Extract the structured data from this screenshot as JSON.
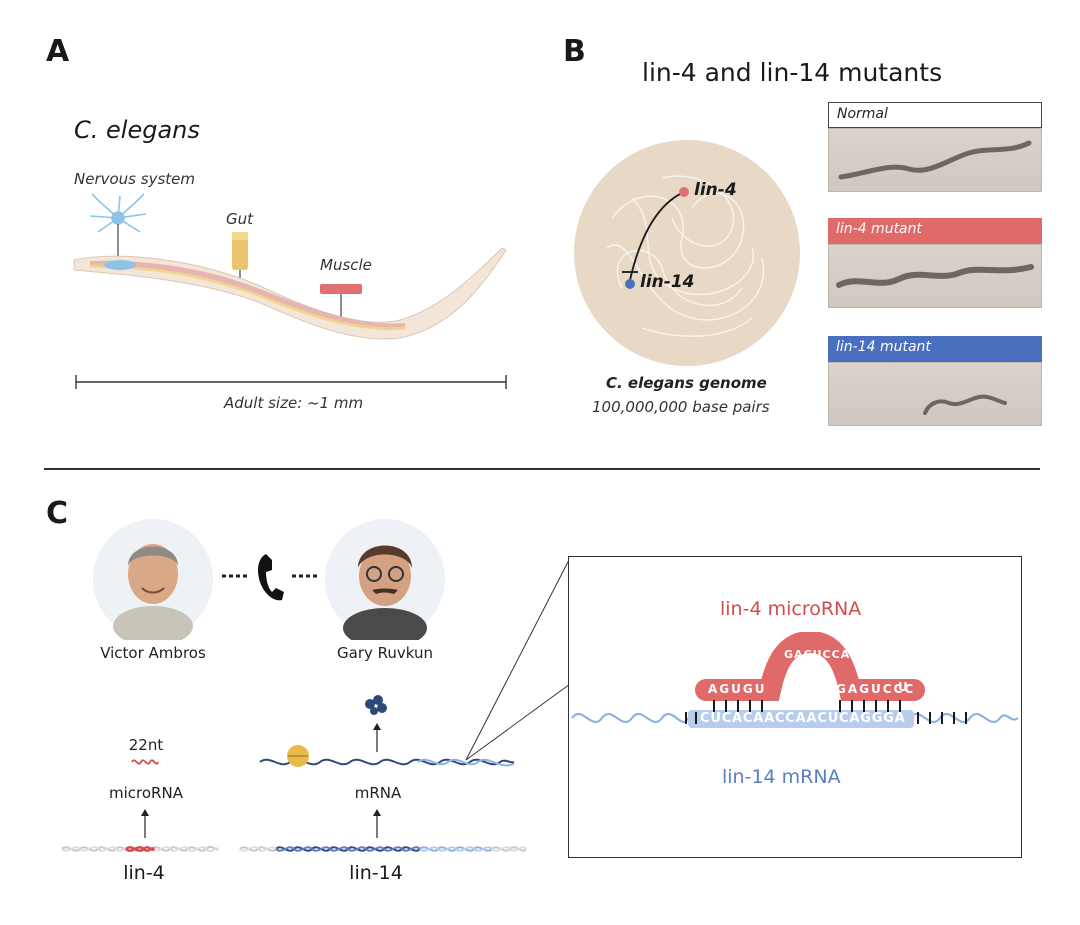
{
  "panels": {
    "a": "A",
    "b": "B",
    "c": "C"
  },
  "panel_a": {
    "title": "C. elegans",
    "nervous_label": "Nervous system",
    "gut_label": "Gut",
    "muscle_label": "Muscle",
    "size_label": "Adult size: ~1 mm"
  },
  "panel_b": {
    "title": "lin-4 and lin-14 mutants",
    "lin4_gene": "lin-4",
    "lin14_gene": "lin-14",
    "genome_label": "C. elegans genome",
    "bp_label": "100,000,000 base pairs",
    "mutants": [
      {
        "label": "Normal",
        "color": "#ffffff"
      },
      {
        "label": "lin-4 mutant",
        "color": "#e06a6a"
      },
      {
        "label": "lin-14 mutant",
        "color": "#4b6fbf"
      }
    ]
  },
  "panel_c": {
    "person1": "Victor Ambros",
    "person2": "Gary Ruvkun",
    "nt_label": "22nt",
    "microrna_label": "microRNA",
    "mrna_label": "mRNA",
    "gene1": "lin-4",
    "gene2": "lin-14",
    "inset": {
      "mirna_title": "lin-4 microRNA",
      "mrna_title": "lin-14 mRNA",
      "mirna_left": "AGUGU",
      "mirna_loop": "GACUCCA",
      "mirna_right": "GAGUCCC",
      "mirna_end": "U",
      "mrna_seq": "CUCACAACCAACUCAGGGA"
    }
  },
  "colors": {
    "red": "#d24c4c",
    "blue": "#5a7fbf",
    "beige": "#e8d9c6"
  }
}
